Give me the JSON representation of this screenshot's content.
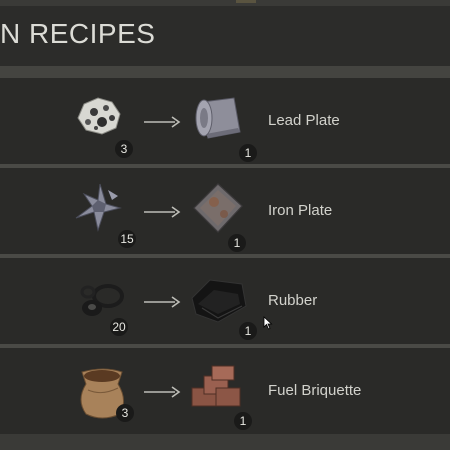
{
  "title": "N RECIPES",
  "recipes": [
    {
      "input_icon": "ore-icon",
      "input_qty": "3",
      "output_icon": "lead-plate-icon",
      "output_qty": "1",
      "output_name": "Lead Plate"
    },
    {
      "input_icon": "scrap-metal-icon",
      "input_qty": "15",
      "output_icon": "iron-plate-icon",
      "output_qty": "1",
      "output_name": "Iron Plate"
    },
    {
      "input_icon": "rubber-rings-icon",
      "input_qty": "20",
      "output_icon": "rubber-sheet-icon",
      "output_qty": "1",
      "output_name": "Rubber"
    },
    {
      "input_icon": "sack-icon",
      "input_qty": "3",
      "output_icon": "brick-icon",
      "output_qty": "1",
      "output_name": "Fuel Briquette"
    }
  ],
  "colors": {
    "background": "#2c2c2a",
    "separator": "#4a4a46",
    "text": "#d2d2cc"
  }
}
